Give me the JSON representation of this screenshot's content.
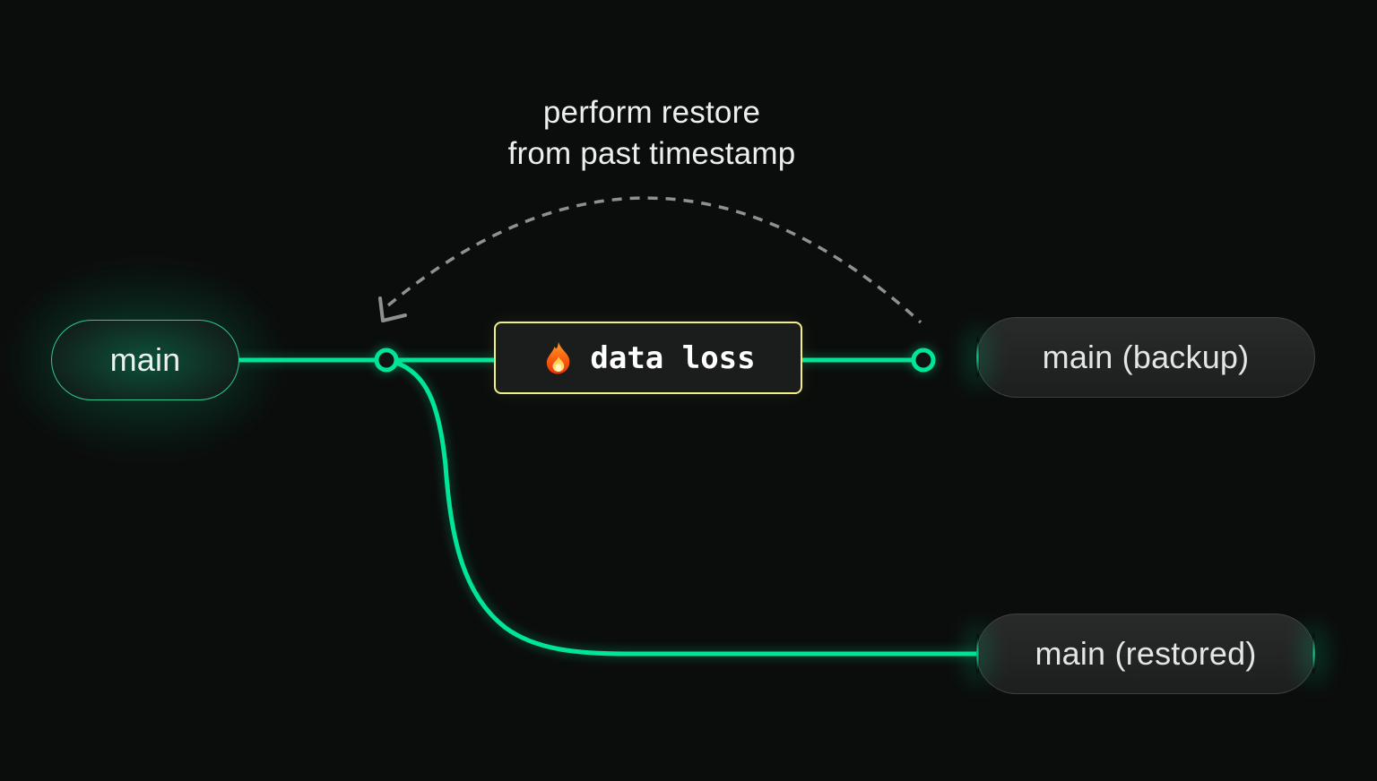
{
  "colors": {
    "background": "#0b0d0c",
    "accent_green": "#00e599",
    "event_border_yellow": "#f3ee85",
    "arc_gray": "#8f918f",
    "text_light": "#edefed"
  },
  "annotation": {
    "line1": "perform restore",
    "line2": "from past timestamp"
  },
  "branches": {
    "main": {
      "label": "main"
    },
    "backup": {
      "label": "main (backup)"
    },
    "restored": {
      "label": "main (restored)"
    }
  },
  "event": {
    "label": "data loss",
    "icon": "fire-icon"
  }
}
